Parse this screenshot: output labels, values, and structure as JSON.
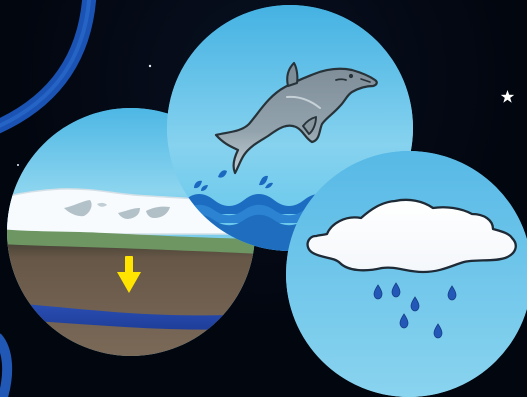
{
  "scene": {
    "background_color": "#02060f",
    "panels": [
      {
        "subject": "dolphin-jumping-from-ocean"
      },
      {
        "subject": "glacier-and-groundwater-layers"
      },
      {
        "subject": "rain-cloud"
      }
    ],
    "icons": [
      "star-icon",
      "dolphin-icon",
      "arrow-down-icon",
      "cloud-icon",
      "raindrop-icon"
    ],
    "colors": {
      "sky_light": "#8ed6ef",
      "sky_mid": "#5cc0e7",
      "sky_dark": "#3ea9db",
      "water_blue": "#1b63ad",
      "orbit_blue": "#1a53b3",
      "dolphin_gray": "#7f8f99",
      "soil_brown": "#786656",
      "grass_green": "#6d9663",
      "snow_white": "#f8fbfd",
      "arrow_yellow": "#ffe400"
    }
  }
}
